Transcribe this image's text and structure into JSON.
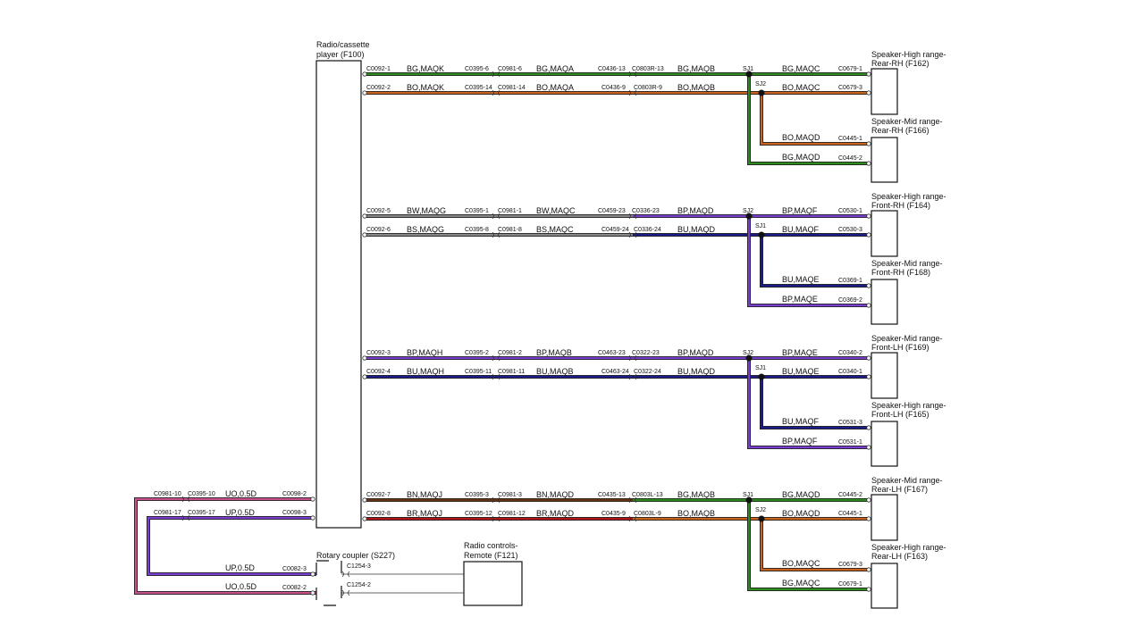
{
  "components": {
    "radio": [
      "Radio/cassette",
      "player (F100)"
    ],
    "rotary": "Rotary coupler (S227)",
    "remote": [
      "Radio controls-",
      "Remote (F121)"
    ],
    "spk1": [
      "Speaker-High range-",
      "Rear-RH (F162)"
    ],
    "spk2": [
      "Speaker-Mid range-",
      "Rear-RH (F166)"
    ],
    "spk3": [
      "Speaker-High range-",
      "Front-RH (F164)"
    ],
    "spk4": [
      "Speaker-Mid range-",
      "Front-RH (F168)"
    ],
    "spk5": [
      "Speaker-Mid range-",
      "Front-LH (F169)"
    ],
    "spk6": [
      "Speaker-High range-",
      "Front-LH (F165)"
    ],
    "spk7": [
      "Speaker-Mid range-",
      "Rear-LH (F167)"
    ],
    "spk8": [
      "Speaker-High range-",
      "Rear-LH (F163)"
    ]
  },
  "colors": {
    "green": "#2e8b1e",
    "orange": "#c8641e",
    "violet": "#7a3fd0",
    "blue": "#1c1c8a",
    "brown": "#6b3410",
    "red": "#b01818",
    "pink": "#c8508c",
    "grey": "#888888",
    "black": "#111111"
  },
  "groups": [
    {
      "a": {
        "pin": "C0092-1",
        "code": "BG,MAQK",
        "c1": "C0395-6",
        "c2": "C0981-6",
        "code2": "BG,MAQA",
        "c3": "C0436-13",
        "c4": "C0803R-13",
        "code3": "BG,MAQB",
        "sj": "SJ1",
        "code4": "BG,MAQC",
        "end": "C0679-1"
      },
      "b": {
        "pin": "C0092-2",
        "code": "BO,MAQK",
        "c1": "C0395-14",
        "c2": "C0981-14",
        "code2": "BO,MAQA",
        "c3": "C0436-9",
        "c4": "C0803R-9",
        "code3": "BO,MAQB",
        "sj": "SJ2",
        "code4": "BO,MAQC",
        "end": "C0679-3"
      },
      "s1": {
        "code": "BO,MAQD",
        "end": "C0445-1"
      },
      "s2": {
        "code": "BG,MAQD",
        "end": "C0445-2"
      }
    },
    {
      "a": {
        "pin": "C0092-5",
        "code": "BW,MAQG",
        "c1": "C0395-1",
        "c2": "C0981-1",
        "code2": "BW,MAQC",
        "c3": "C0459-23",
        "c4": "C0336-23",
        "code3": "BP,MAQD",
        "sj": "SJ2",
        "code4": "BP,MAQF",
        "end": "C0530-1"
      },
      "b": {
        "pin": "C0092-6",
        "code": "BS,MAQG",
        "c1": "C0395-8",
        "c2": "C0981-8",
        "code2": "BS,MAQC",
        "c3": "C0459-24",
        "c4": "C0336-24",
        "code3": "BU,MAQD",
        "sj": "SJ1",
        "code4": "BU,MAQF",
        "end": "C0530-3"
      },
      "s1": {
        "code": "BU,MAQE",
        "end": "C0369-1"
      },
      "s2": {
        "code": "BP,MAQE",
        "end": "C0369-2"
      }
    },
    {
      "a": {
        "pin": "C0092-3",
        "code": "BP,MAQH",
        "c1": "C0395-2",
        "c2": "C0981-2",
        "code2": "BP,MAQB",
        "c3": "C0463-23",
        "c4": "C0322-23",
        "code3": "BP,MAQD",
        "sj": "SJ2",
        "code4": "BP,MAQE",
        "end": "C0340-2"
      },
      "b": {
        "pin": "C0092-4",
        "code": "BU,MAQH",
        "c1": "C0395-11",
        "c2": "C0981-11",
        "code2": "BU,MAQB",
        "c3": "C0463-24",
        "c4": "C0322-24",
        "code3": "BU,MAQD",
        "sj": "SJ1",
        "code4": "BU,MAQE",
        "end": "C0340-1"
      },
      "s1": {
        "code": "BU,MAQF",
        "end": "C0531-3"
      },
      "s2": {
        "code": "BP,MAQF",
        "end": "C0531-1"
      }
    },
    {
      "a": {
        "pin": "C0092-7",
        "code": "BN,MAQJ",
        "c1": "C0395-3",
        "c2": "C0981-3",
        "code2": "BN,MAQD",
        "c3": "C0435-13",
        "c4": "C0803L-13",
        "code3": "BG,MAQB",
        "sj": "SJ1",
        "code4": "BG,MAQD",
        "end": "C0445-2"
      },
      "b": {
        "pin": "C0092-8",
        "code": "BR,MAQJ",
        "c1": "C0395-12",
        "c2": "C0981-12",
        "code2": "BR,MAQD",
        "c3": "C0435-9",
        "c4": "C0803L-9",
        "code3": "BO,MAQB",
        "sj": "SJ2",
        "code4": "BO,MAQD",
        "end": "C0445-1"
      },
      "s1": {
        "code": "BO,MAQC",
        "end": "C0679-3"
      },
      "s2": {
        "code": "BG,MAQC",
        "end": "C0679-1"
      }
    }
  ],
  "remote_circuit": {
    "w1": {
      "c1": "C0981-10",
      "c2": "C0395-10",
      "code": "UO,0.5D",
      "pin": "C0098-2"
    },
    "w2": {
      "c1": "C0981-17",
      "c2": "C0395-17",
      "code": "UP,0.5D",
      "pin": "C0098-3"
    },
    "w3": {
      "code": "UP,0.5D",
      "pin": "C0082-3",
      "c": "C1254-3"
    },
    "w4": {
      "code": "UO,0.5D",
      "pin": "C0082-2",
      "c": "C1254-2"
    }
  }
}
